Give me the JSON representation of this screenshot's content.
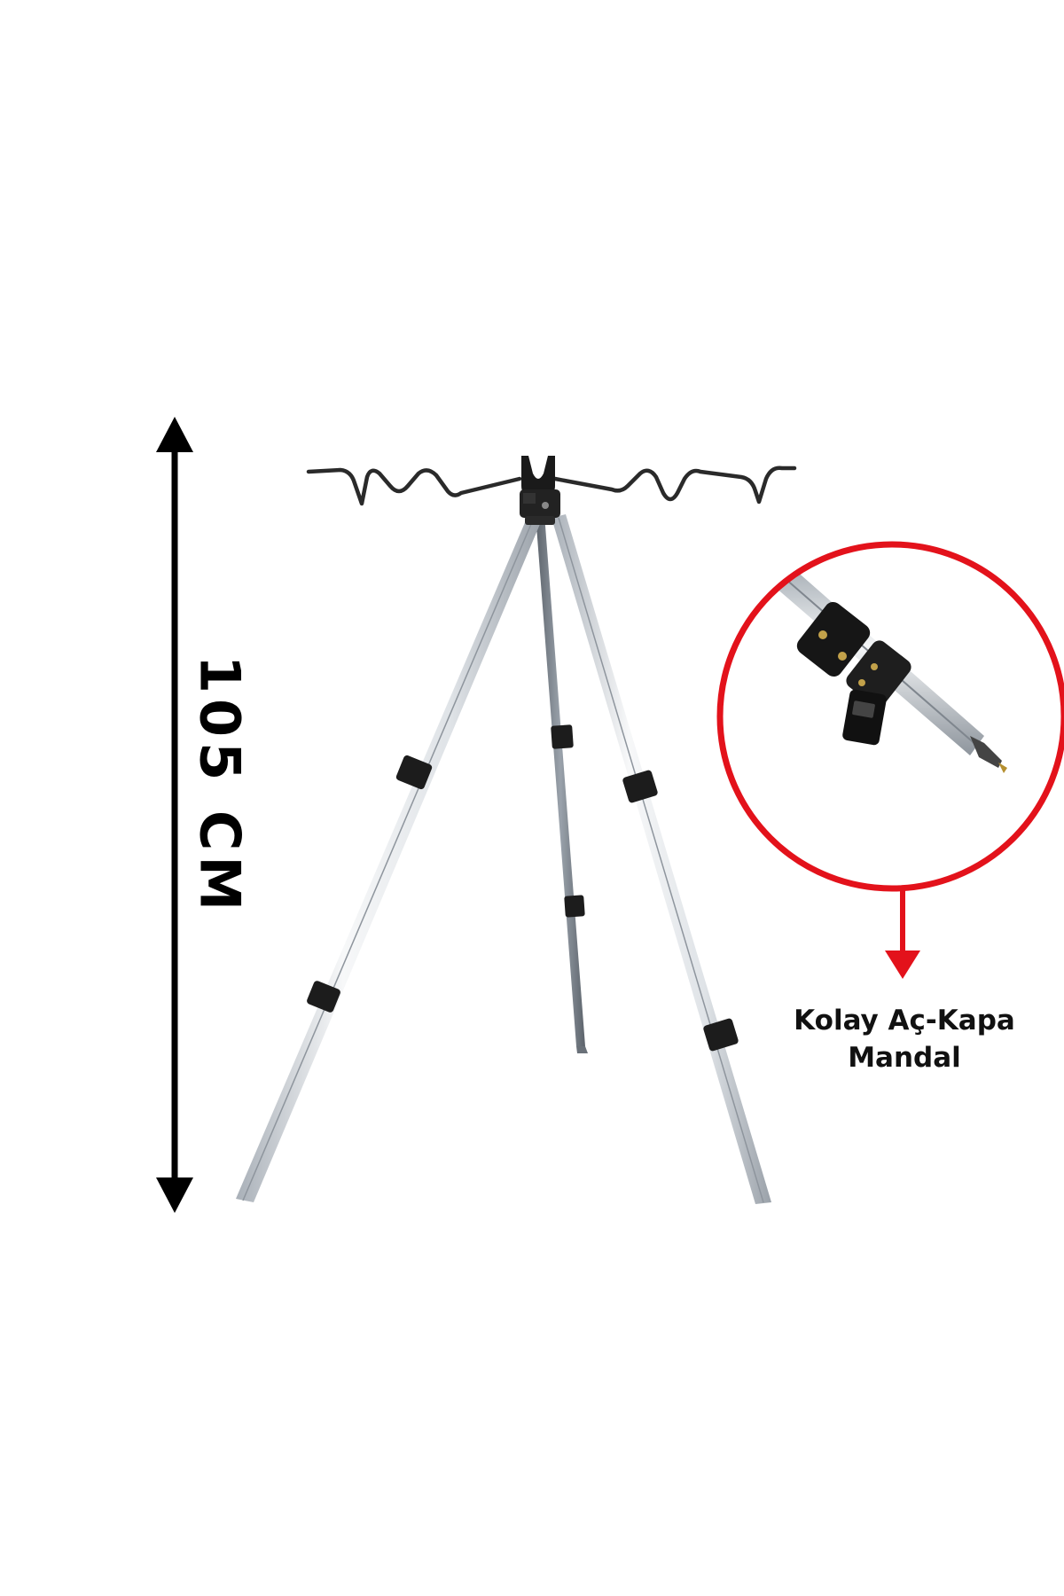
{
  "dimension": {
    "text": "105 CM"
  },
  "callout": {
    "line1": "Kolay Aç-Kapa",
    "line2": "Mandal"
  },
  "colors": {
    "accent": "#e3121b",
    "arrow": "#000000",
    "leg": "#e6e9ec",
    "center_leg": "#7a828c",
    "plastic": "#1c1c1c"
  }
}
